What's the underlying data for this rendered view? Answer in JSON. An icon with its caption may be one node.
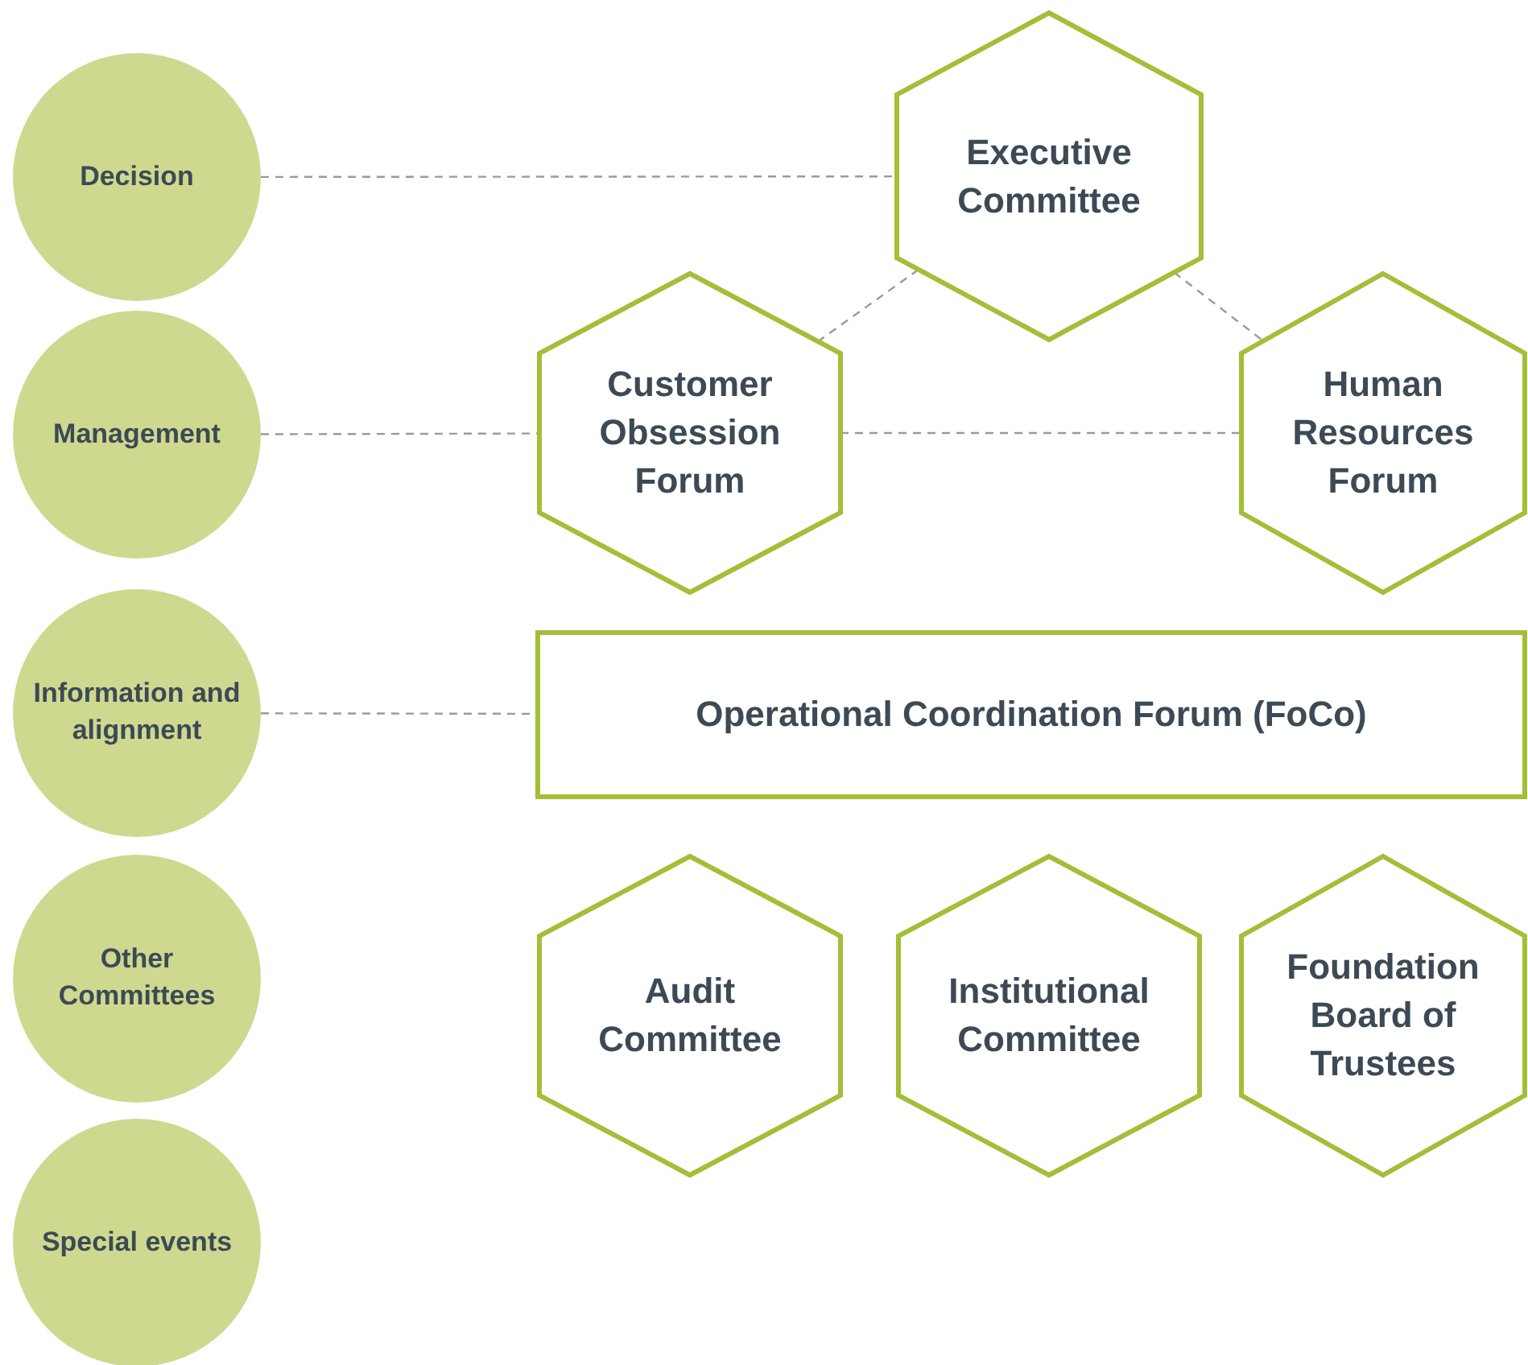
{
  "diagram": {
    "nodes": [
      {
        "text": [
          "Decision"
        ]
      },
      {
        "text": [
          "Management"
        ]
      },
      {
        "text": [
          "Information and alignment"
        ]
      },
      {
        "text": [
          "Other Committees"
        ]
      },
      {
        "text": [
          "Special events"
        ]
      },
      {
        "text": [
          "Executive Committee"
        ]
      },
      {
        "text": [
          "Customer Obsession Forum"
        ]
      },
      {
        "text": [
          "Human Resources Forum"
        ]
      },
      {
        "text": [
          "Operational Coordination Forum (FoCo)"
        ]
      },
      {
        "text": [
          "Audit Committee"
        ]
      },
      {
        "text": [
          "Institutional Committee"
        ]
      },
      {
        "text": [
          "Foundation Board of Trustees"
        ]
      }
    ],
    "edges": [
      {
        "from": 0,
        "to": 5,
        "arrow": "none",
        "style": "dashed"
      },
      {
        "from": 1,
        "to": 6,
        "arrow": "none",
        "style": "dashed"
      },
      {
        "from": 6,
        "to": 7,
        "arrow": "none",
        "style": "dashed"
      },
      {
        "from": 2,
        "to": 8,
        "arrow": "none",
        "style": "dashed"
      },
      {
        "from": 5,
        "to": 6,
        "arrow": "none",
        "style": "dashed"
      },
      {
        "from": 5,
        "to": 7,
        "arrow": "none",
        "style": "dashed"
      }
    ]
  }
}
